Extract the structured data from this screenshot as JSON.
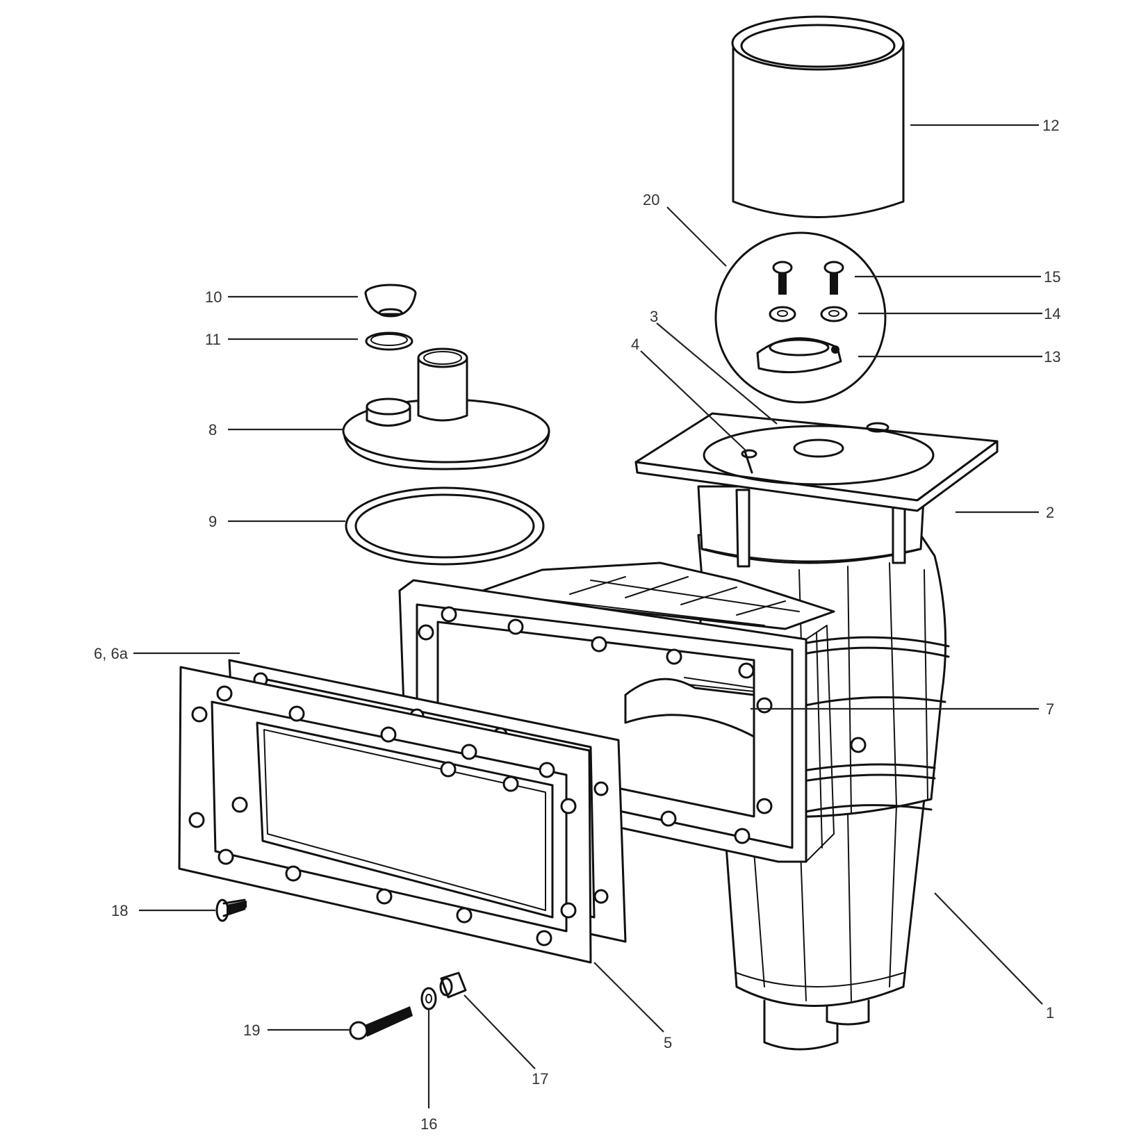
{
  "diagram": {
    "callouts": {
      "c1": "1",
      "c2": "2",
      "c3": "3",
      "c4": "4",
      "c5": "5",
      "c6": "6, 6a",
      "c7": "7",
      "c8": "8",
      "c9": "9",
      "c10": "10",
      "c11": "11",
      "c12": "12",
      "c13": "13",
      "c14": "14",
      "c15": "15",
      "c16": "16",
      "c17": "17",
      "c18": "18",
      "c19": "19",
      "c20": "20"
    }
  }
}
